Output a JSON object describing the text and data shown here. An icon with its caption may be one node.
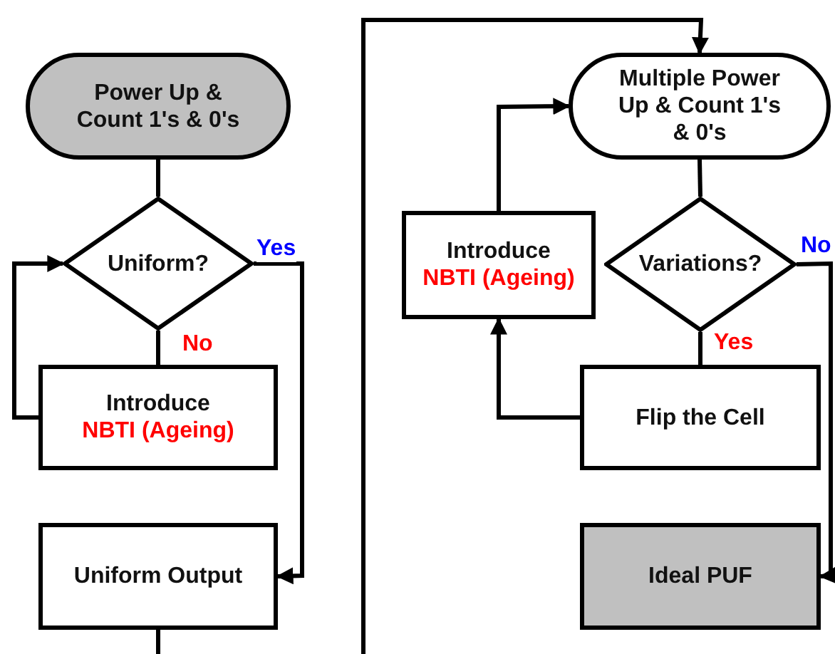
{
  "diagram": {
    "nodes": [
      {
        "text": [
          "Power Up & Count 1's & 0's"
        ]
      },
      {
        "text": [
          "Uniform?"
        ]
      },
      {
        "text": [
          "Introduce",
          "NBTI (Ageing)"
        ]
      },
      {
        "text": [
          "Uniform Output"
        ]
      },
      {
        "text": [
          "Multiple Power Up & Count 1's & 0's"
        ]
      },
      {
        "text": [
          "Introduce",
          "NBTI (Ageing)"
        ]
      },
      {
        "text": [
          "Variations?"
        ]
      },
      {
        "text": [
          "Flip the Cell"
        ]
      },
      {
        "text": [
          "Ideal PUF"
        ]
      }
    ],
    "edges": [
      {
        "from": 0,
        "to": 1,
        "arrow": "none"
      },
      {
        "from": 1,
        "to": 2,
        "arrow": "none",
        "label": "No"
      },
      {
        "from": 2,
        "to": 1,
        "arrow": "to"
      },
      {
        "from": 1,
        "to": 3,
        "arrow": "to",
        "label": "Yes"
      },
      {
        "from": 3,
        "to": null,
        "arrow": "none"
      },
      {
        "from": null,
        "to": 4,
        "arrow": "to"
      },
      {
        "from": 4,
        "to": 6,
        "arrow": "none"
      },
      {
        "from": 6,
        "to": 7,
        "arrow": "none",
        "label": "Yes"
      },
      {
        "from": 7,
        "to": 5,
        "arrow": "to"
      },
      {
        "from": 5,
        "to": 4,
        "arrow": "to"
      },
      {
        "from": 6,
        "to": 8,
        "arrow": "to",
        "label": "No"
      }
    ]
  }
}
